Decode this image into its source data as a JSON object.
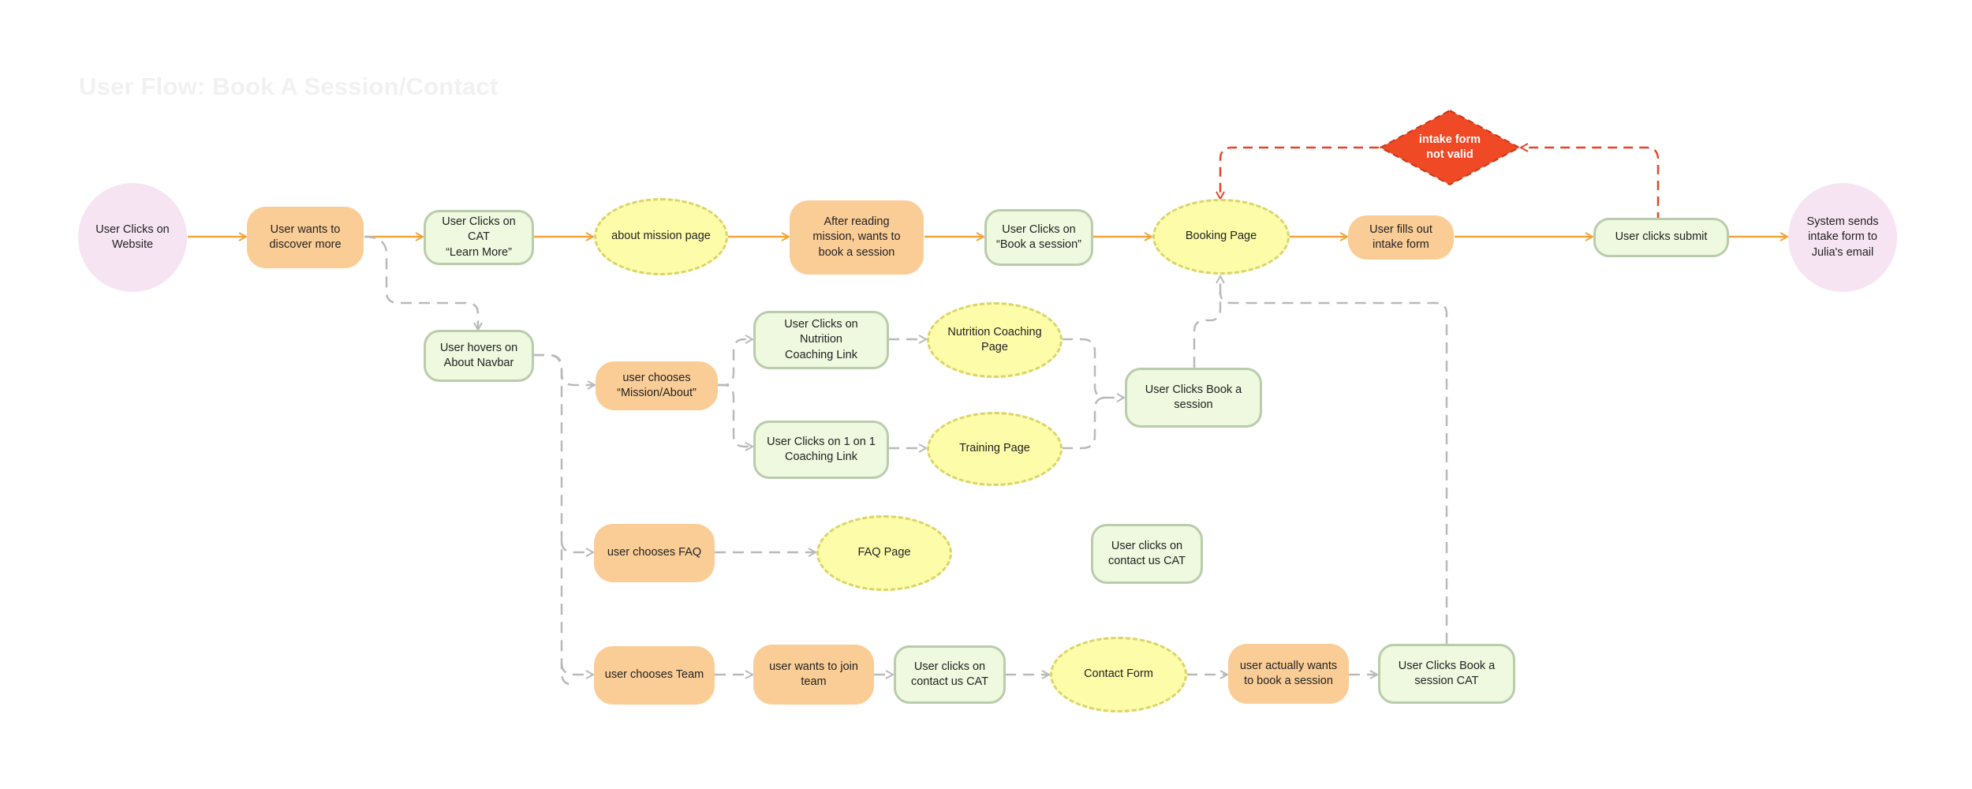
{
  "title": "User Flow: Book A Session/Contact",
  "colors": {
    "flow_arrow": "#f2a43a",
    "alt_arrow": "#b9b9b9",
    "error_arrow": "#e4452a",
    "decision_fill": "#ef4a25",
    "page_fill": "#fdfca9",
    "click_fill": "#eef9df",
    "step_fill": "#fbcd96",
    "terminal_fill": "#f6e4f2"
  },
  "nodes": {
    "start": "User Clicks on\nWebsite",
    "discover_more": "User wants to\ndiscover more",
    "learn_more_cat": "User Clicks on CAT\n“Learn More”",
    "about_mission_page": "about mission page",
    "after_reading": "After reading\nmission, wants to\nbook a session",
    "book_session_click": "User Clicks on\n“Book a session”",
    "booking_page": "Booking Page",
    "fills_intake": "User fills out\nintake form",
    "clicks_submit": "User clicks submit",
    "system_sends": "System sends\nintake form to\nJulia's email",
    "intake_invalid": "intake form\nnot valid",
    "hovers_about": "User hovers on\nAbout Navbar",
    "chooses_mission": "user chooses\n“Mission/About”",
    "nutrition_link": "User Clicks on Nutrition\nCoaching Link",
    "nutrition_page": "Nutrition Coaching\nPage",
    "one_on_one_link": "User Clicks on 1 on 1\nCoaching Link",
    "training_page": "Training  Page",
    "book_a_session_click": "User Clicks Book a\nsession",
    "chooses_faq": "user chooses FAQ",
    "faq_page": "FAQ Page",
    "contact_us_cat_lone": "User clicks on\ncontact us CAT",
    "chooses_team": "user chooses Team",
    "join_team": "user wants to join\nteam",
    "contact_us_cat": "User clicks on\ncontact us CAT",
    "contact_form": "Contact Form",
    "actually_book": "user actually wants\nto book a session",
    "book_session_cat": "User Clicks Book a\nsession CAT"
  }
}
